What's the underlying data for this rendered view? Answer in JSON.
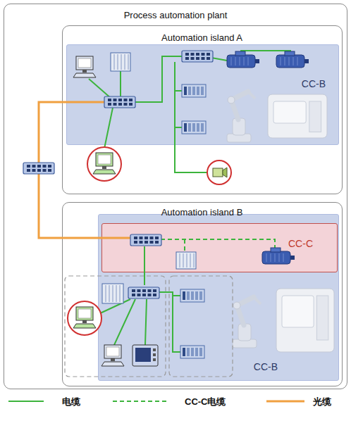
{
  "diagram": {
    "nodes": [
      {
        "text": [
          "Process automation plant"
        ]
      },
      {
        "text": [
          "Automation island A"
        ],
        "in": 0
      },
      {
        "text": [
          "CC-B"
        ],
        "in": 1
      },
      {
        "text": [
          "Automation island B"
        ],
        "in": 0
      },
      {
        "text": [
          "CC-B"
        ],
        "in": 3
      },
      {
        "text": [
          "CC-C"
        ],
        "in": 4
      }
    ],
    "legend": [
      {
        "text": "电缆"
      },
      {
        "text": "CC-C电缆"
      },
      {
        "text": "光缆"
      }
    ]
  }
}
